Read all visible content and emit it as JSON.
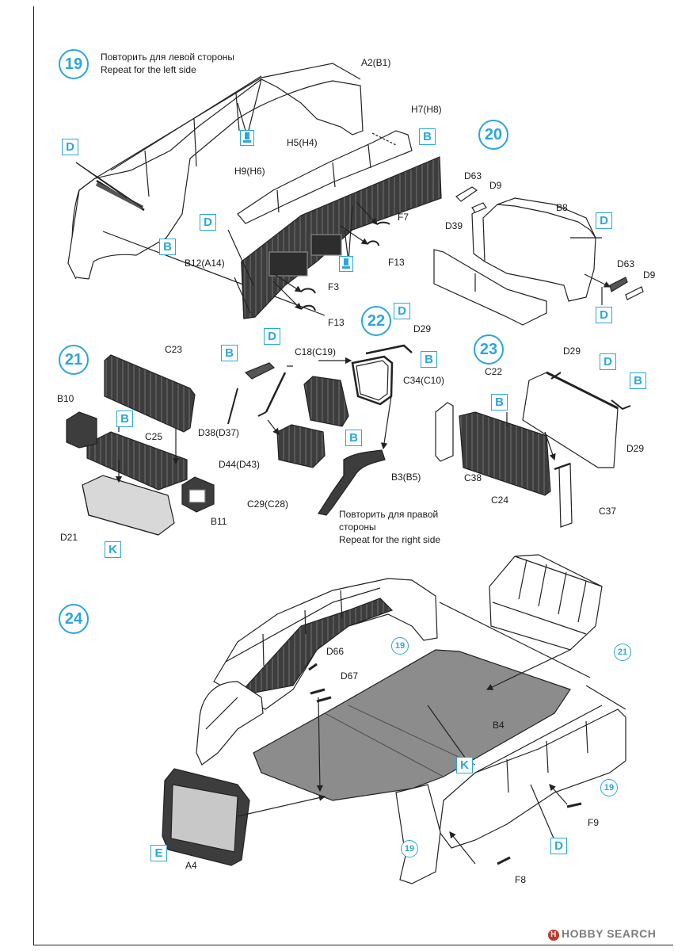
{
  "steps": {
    "s19": "19",
    "s20": "20",
    "s21": "21",
    "s22": "22",
    "s23": "23",
    "s24": "24",
    "ref19": "19",
    "ref21": "21"
  },
  "notes": {
    "repeat_left_ru": "Повторить для левой стороны",
    "repeat_left_en": "Repeat for the left side",
    "repeat_right_ru_1": "Повторить для правой",
    "repeat_right_ru_2": "стороны",
    "repeat_right_en": "Repeat for the right side"
  },
  "letters": {
    "B": "B",
    "D": "D",
    "K": "K",
    "E": "E"
  },
  "parts": {
    "a2": "A2(B1)",
    "h7": "H7(H8)",
    "h5": "H5(H4)",
    "h9": "H9(H6)",
    "f7": "F7",
    "f13": "F13",
    "f3": "F3",
    "b12": "B12(A14)",
    "d63": "D63",
    "d9": "D9",
    "b8": "B8",
    "d39": "D39",
    "c23": "C23",
    "b10": "B10",
    "c25": "C25",
    "d21": "D21",
    "b11": "B11",
    "d29": "D29",
    "c18": "C18(C19)",
    "c34": "C34(C10)",
    "d38": "D38(D37)",
    "d44": "D44(D43)",
    "c29": "C29(C28)",
    "b3": "B3(B5)",
    "c22": "C22",
    "c38": "C38",
    "c24": "C24",
    "c37": "C37",
    "d66": "D66",
    "d67": "D67",
    "b4": "B4",
    "f9": "F9",
    "a4": "A4",
    "f8": "F8"
  },
  "watermark": "HOBBY SEARCH",
  "watermark_logo": "H",
  "colors": {
    "accent": "#2ba6dc",
    "dark_part": "#3a3a3a",
    "gray_part": "#8c8c8c"
  }
}
